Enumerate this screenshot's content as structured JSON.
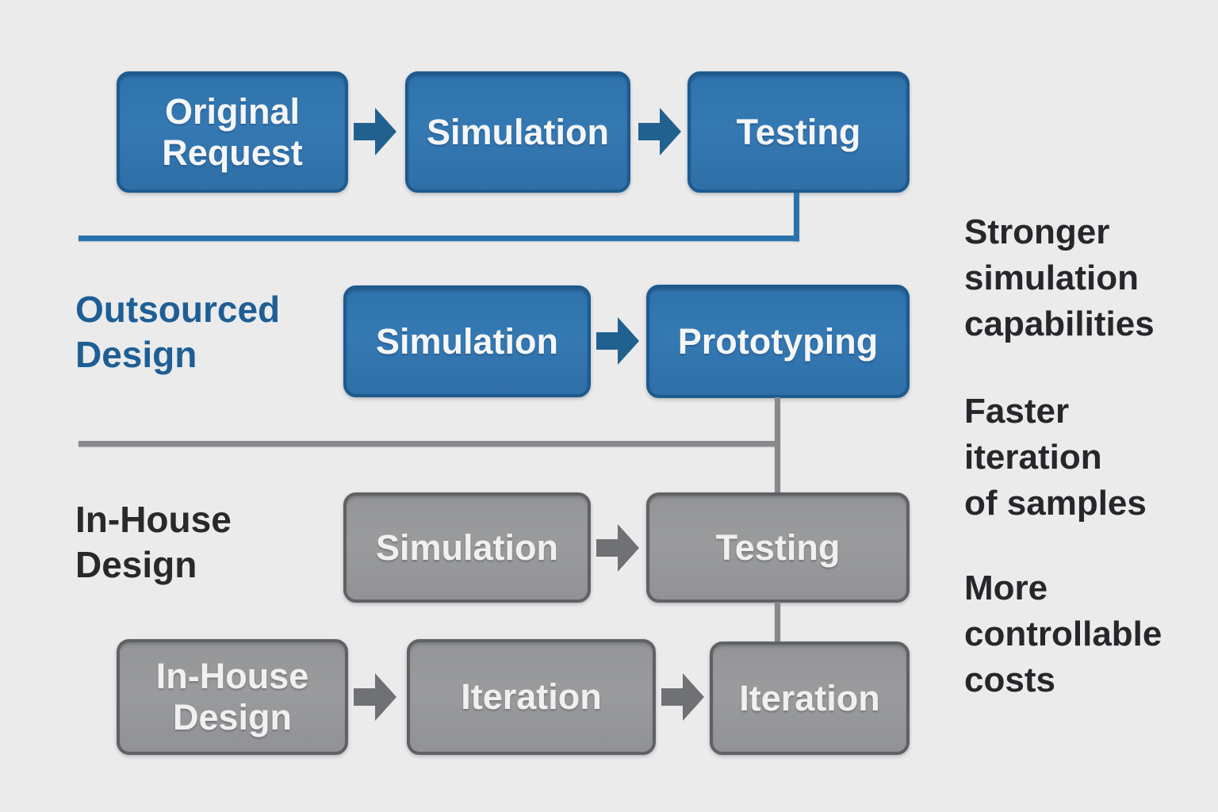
{
  "flow": {
    "row1": {
      "boxes": [
        "Original\nRequest",
        "Simulation",
        "Testing"
      ]
    },
    "row2": {
      "label": "Outsourced\nDesign",
      "boxes": [
        "Simulation",
        "Prototyping"
      ]
    },
    "row3": {
      "label": "In-House\nDesign",
      "boxes": [
        "Simulation",
        "Testing"
      ]
    },
    "row4": {
      "boxes": [
        "In-House\nDesign",
        "Iteration",
        "Iteration"
      ]
    }
  },
  "benefits": [
    "Stronger\nsimulation\ncapabilities",
    "Faster\niteration\nof samples",
    "More\ncontrollable\ncosts"
  ],
  "colors": {
    "background": "#ebebec",
    "blue_box_fill": "#3579b3",
    "blue_box_border": "#1d5a8e",
    "blue_arrow": "#21618f",
    "blue_connector": "#2a72ab",
    "blue_label_text": "#1e5e95",
    "gray_box_fill": "#98999b",
    "gray_box_border": "#5f6164",
    "gray_arrow": "#6f7174",
    "gray_connector": "#87898b",
    "dark_text": "#26272a",
    "box_text": "#f4f6f7"
  }
}
